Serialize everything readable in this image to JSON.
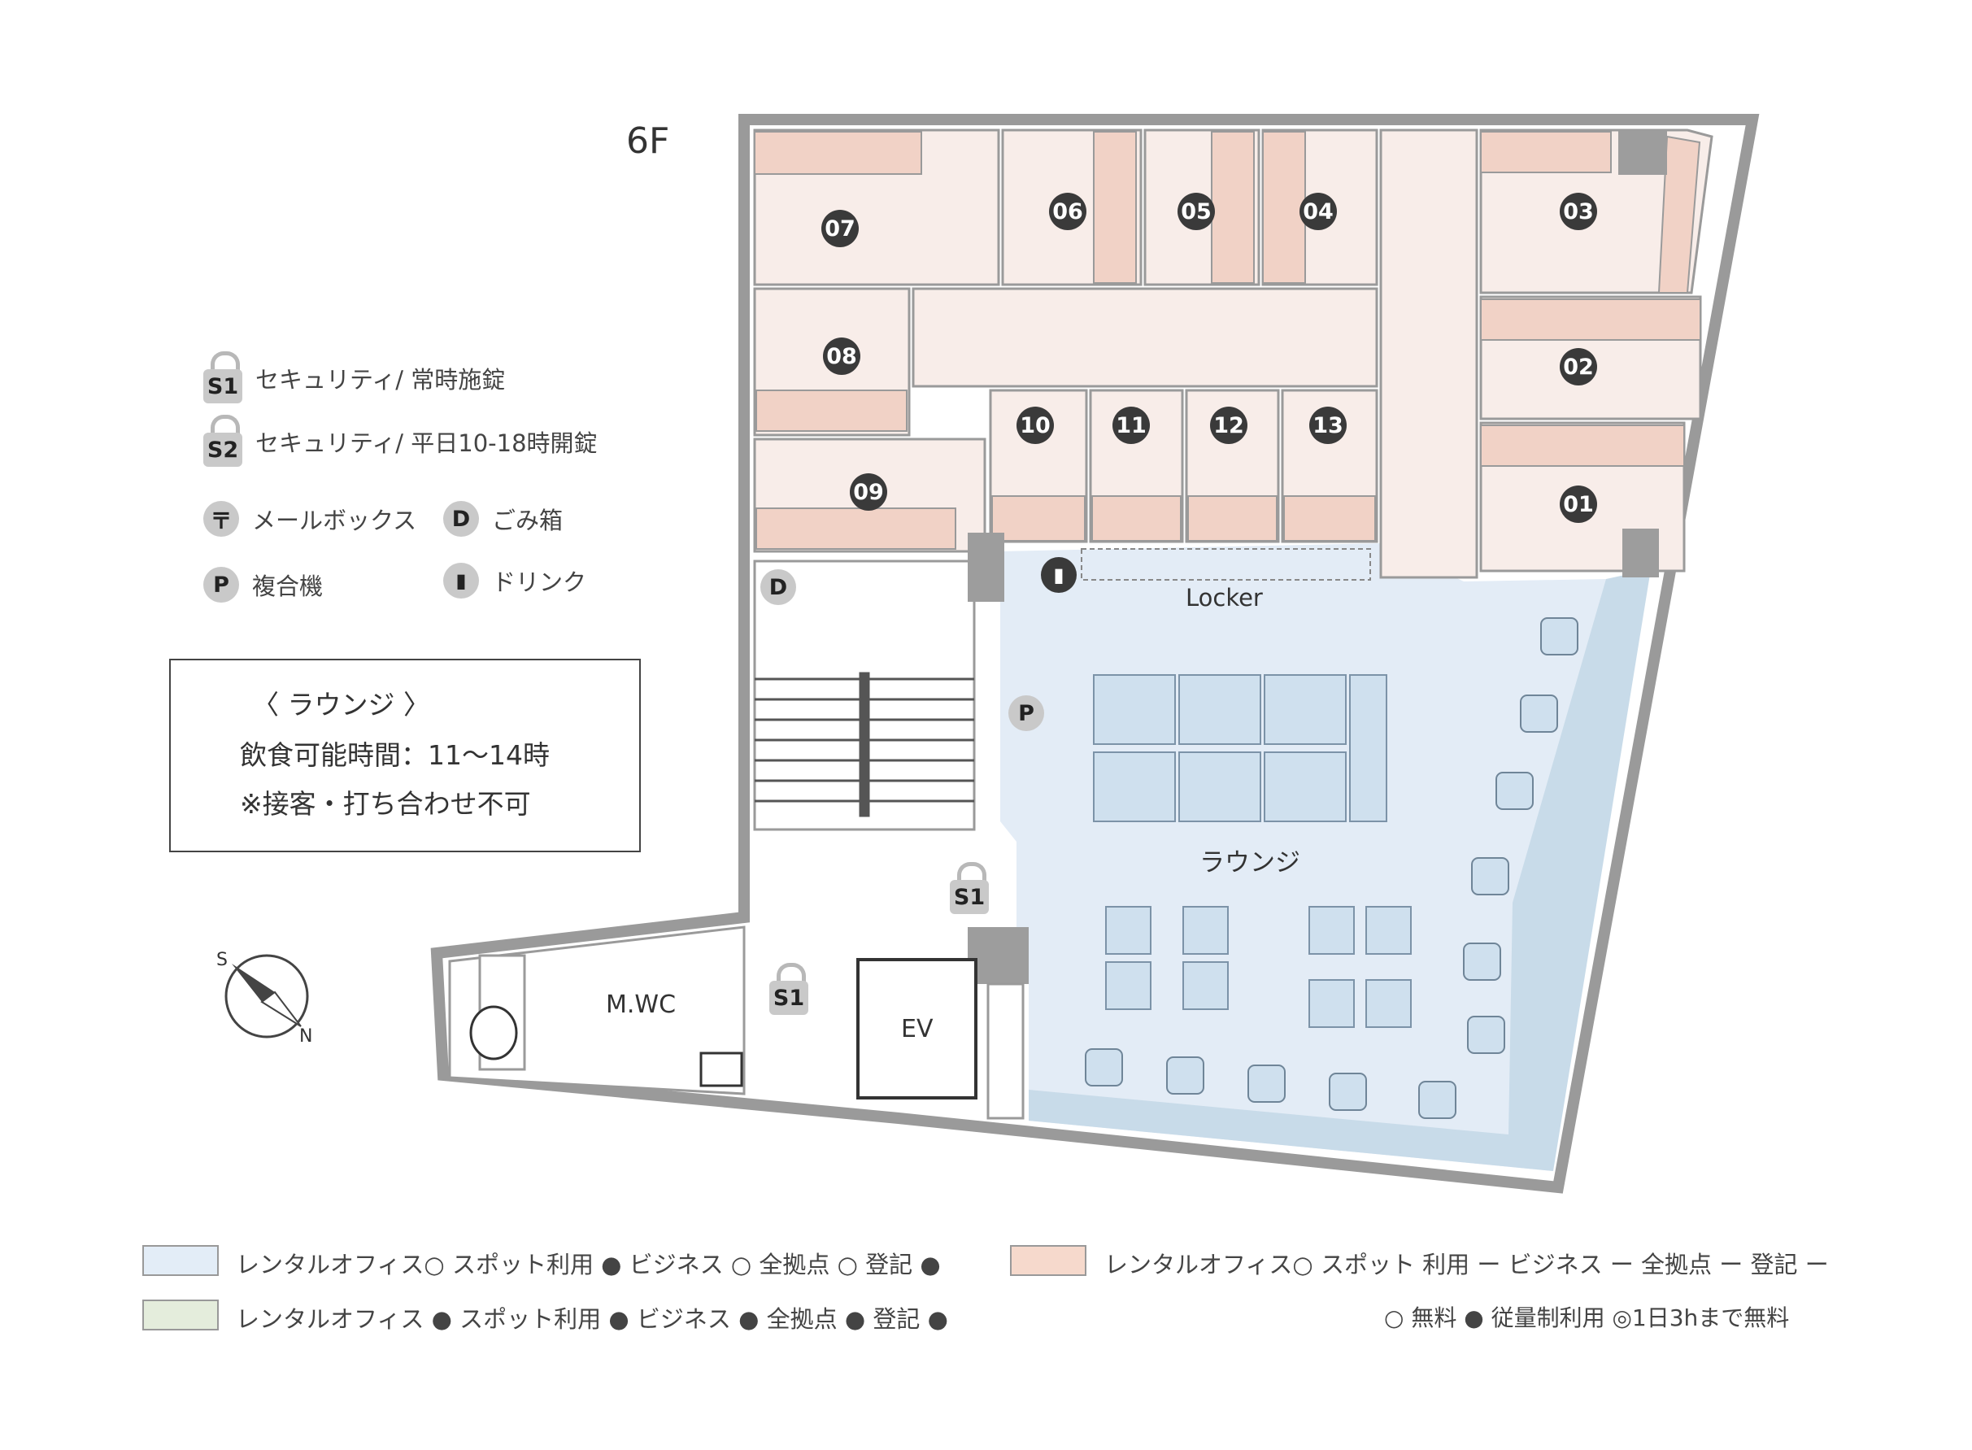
{
  "floor": "6F",
  "rooms": [
    "01",
    "02",
    "03",
    "04",
    "05",
    "06",
    "07",
    "08",
    "09",
    "10",
    "11",
    "12",
    "13"
  ],
  "areas": {
    "locker": "Locker",
    "lounge": "ラウンジ",
    "mwc": "M.WC",
    "ev": "EV"
  },
  "markers": {
    "s1": "S1",
    "s2": "S2",
    "d": "D",
    "p": "P"
  },
  "legend": {
    "s1": "セキュリティ/ 常時施錠",
    "s2": "セキュリティ/ 平日10-18時開錠",
    "mailbox": "メールボックス",
    "trash": "ごみ箱",
    "copier": "複合機",
    "drink": "ドリンク"
  },
  "notice": {
    "line1": "〈 ラウンジ 〉",
    "line2": "飲食可能時間：11〜14時",
    "line3": "※接客・打ち合わせ不可"
  },
  "color_legend": [
    {
      "color": "#e3edf7",
      "text": "レンタルオフィス○  スポット利用 ●  ビジネス ○  全拠点 ○  登記 ●"
    },
    {
      "color": "#f6d9cc",
      "text": "レンタルオフィス○  スポット 利用 ー  ビジネス ー  全拠点 ー  登記 ー"
    },
    {
      "color": "#e4eddc",
      "text": "レンタルオフィス ●  スポット利用 ●  ビジネス ●  全拠点 ●  登記 ●"
    }
  ],
  "symbol_key": "○ 無料  ● 従量制利用  ◎1日3hまで無料",
  "compass": {
    "s": "S",
    "n": "N"
  },
  "colors": {
    "office": "#f8ede9",
    "desk": "#f1d2c6",
    "lounge": "#e3ecf6",
    "lounge_edge": "#c8dbe9",
    "wall": "#9d9d9d",
    "dark_badge": "#222222"
  }
}
